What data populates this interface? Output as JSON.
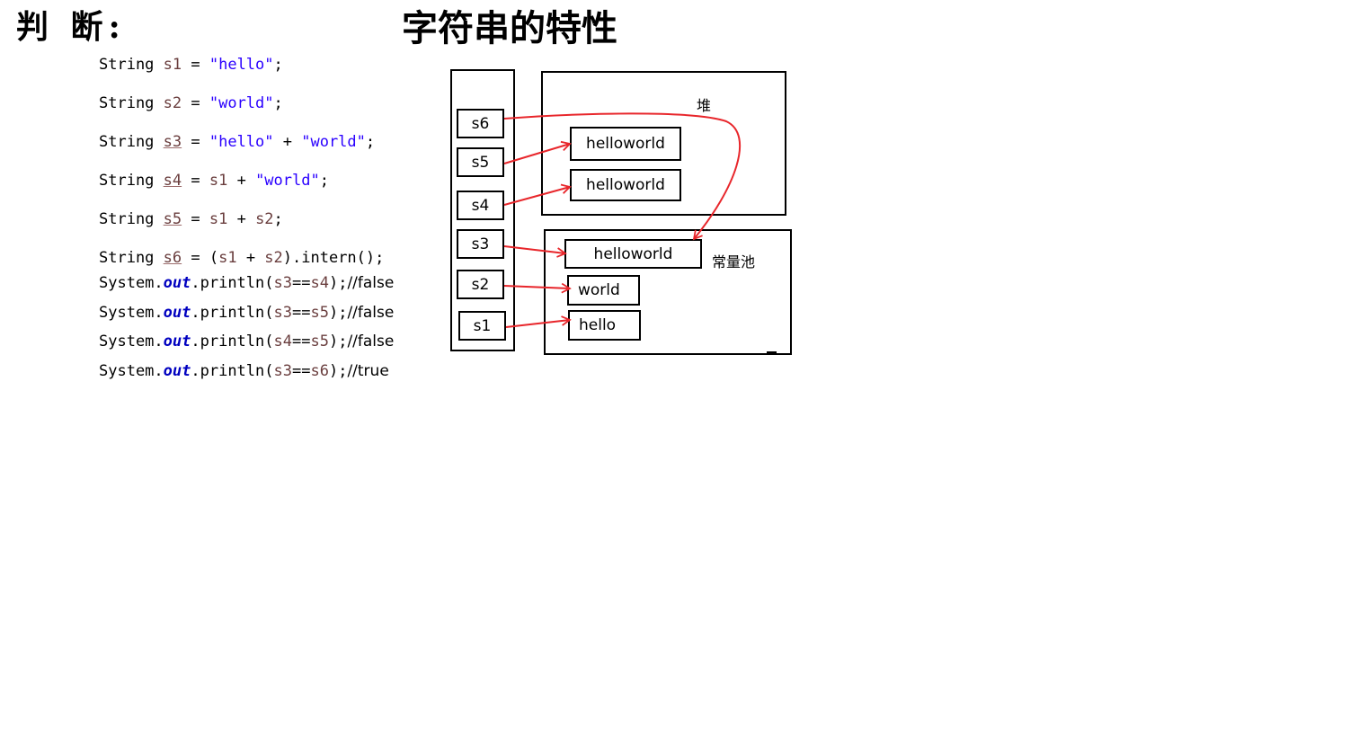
{
  "header": {
    "left_title": "判 断:",
    "main_title": "字符串的特性"
  },
  "code": {
    "line1": {
      "kw": "String ",
      "var": "s1",
      "eq": " = ",
      "str": "\"hello\"",
      "end": ";"
    },
    "line2": {
      "kw": "String ",
      "var": "s2",
      "eq": " = ",
      "str": "\"world\"",
      "end": ";"
    },
    "line3": {
      "kw": "String ",
      "var": "s3",
      "eq": " = ",
      "str1": "\"hello\"",
      "plus": " + ",
      "str2": "\"world\"",
      "end": ";"
    },
    "line4": {
      "kw": "String ",
      "var": "s4",
      "eq": " = ",
      "a": "s1",
      "plus": " + ",
      "str": "\"world\"",
      "end": ";"
    },
    "line5": {
      "kw": "String ",
      "var": "s5",
      "eq": " = ",
      "a": "s1",
      "plus": " + ",
      "b": "s2",
      "end": ";"
    },
    "line6": {
      "kw": "String ",
      "var": "s6",
      "eq": " = (",
      "a": "s1",
      "plus": " + ",
      "b": "s2",
      "end": ").intern();"
    },
    "print1": {
      "pre": "System.",
      "out": "out",
      "mid": ".println(",
      "x": "s3",
      "op": "==",
      "y": "s4",
      "post": ");",
      "comment": "//false"
    },
    "print2": {
      "pre": "System.",
      "out": "out",
      "mid": ".println(",
      "x": "s3",
      "op": "==",
      "y": "s5",
      "post": ");",
      "comment": "//false"
    },
    "print3": {
      "pre": "System.",
      "out": "out",
      "mid": ".println(",
      "x": "s4",
      "op": "==",
      "y": "s5",
      "post": ");",
      "comment": "//false"
    },
    "print4": {
      "pre": "System.",
      "out": "out",
      "mid": ".println(",
      "x": "s3",
      "op": "==",
      "y": "s6",
      "post": ");",
      "comment": "//true"
    }
  },
  "diagram": {
    "stack": [
      "s6",
      "s5",
      "s4",
      "s3",
      "s2",
      "s1"
    ],
    "heap_label": "堆",
    "heap_items": [
      "helloworld",
      "helloworld"
    ],
    "pool_label": "常量池",
    "pool_items": [
      "helloworld",
      "world",
      "hello"
    ],
    "arrow_color": "#e8262b"
  }
}
